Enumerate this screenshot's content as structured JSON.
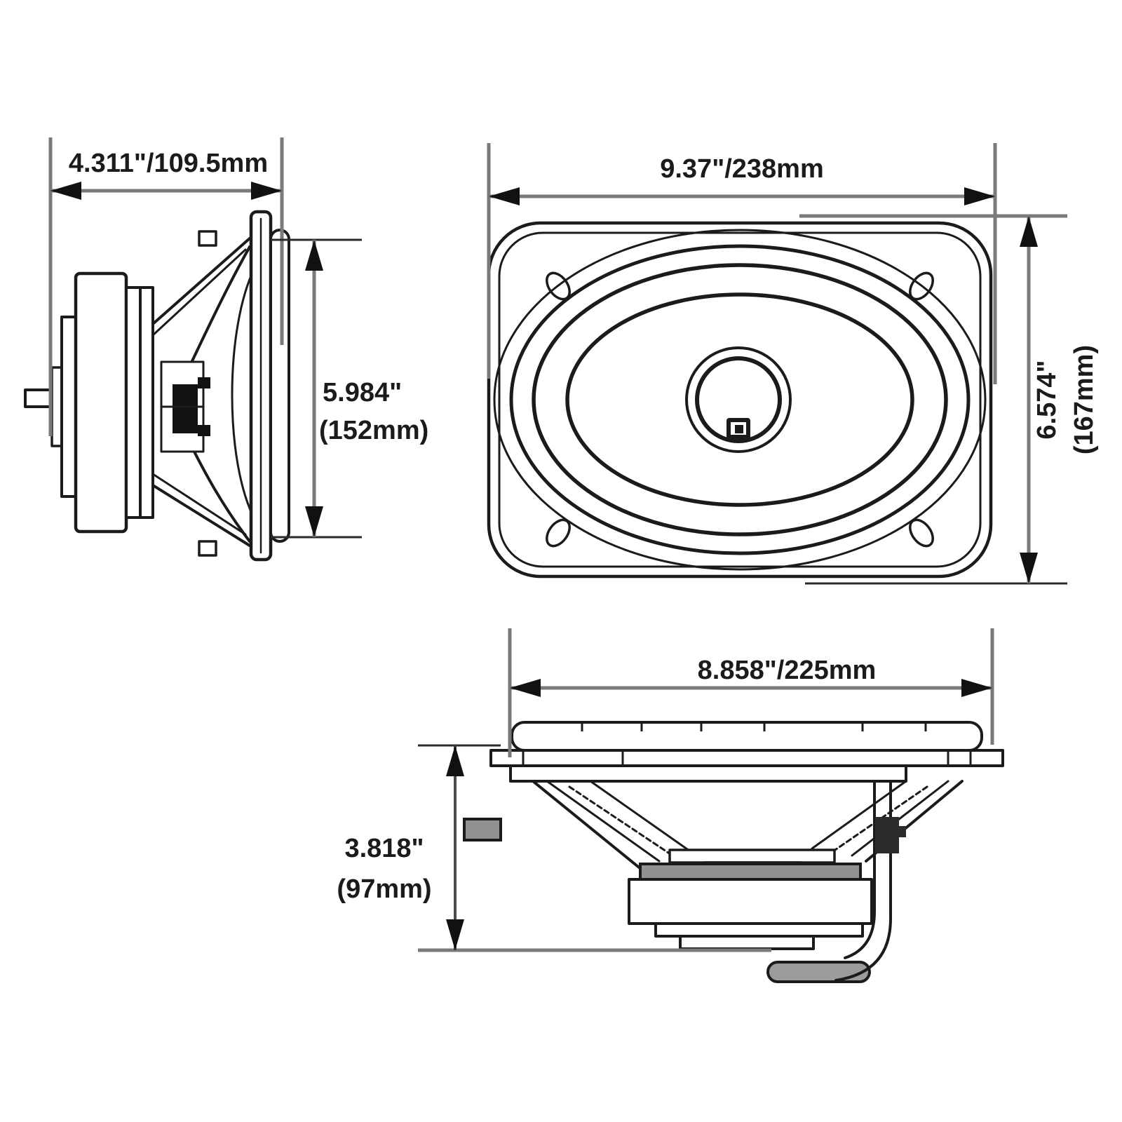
{
  "drawing": {
    "title": "Oval speaker dimensional drawing, three orthographic views",
    "colors": {
      "background": "#ffffff",
      "object_line": "#1b1b1b",
      "dimension_line": "#7a7a7a",
      "arrowhead": "#111111",
      "shaded_fill": "#929292"
    },
    "views": {
      "side": {
        "width_dim": "4.311\"/109.5mm",
        "height_dim_line1": "5.984\"",
        "height_dim_line2": "(152mm)"
      },
      "front": {
        "width_dim": "9.37\"/238mm",
        "height_dim_line1": "6.574\"",
        "height_dim_line2": "(167mm)"
      },
      "bottom": {
        "width_dim": "8.858\"/225mm",
        "height_dim_line1": "3.818\"",
        "height_dim_line2": "(97mm)"
      }
    }
  }
}
